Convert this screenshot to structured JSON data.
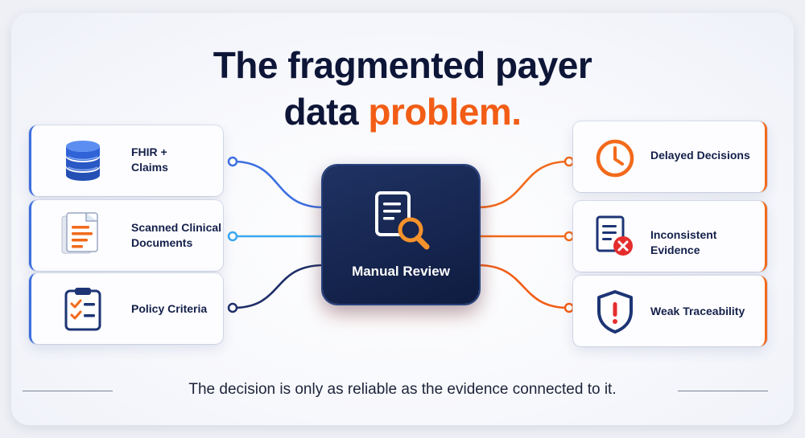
{
  "title": {
    "line1": "The fragmented payer",
    "line2_plain": "data",
    "line2_accent": "problem."
  },
  "inputs": [
    {
      "label": "FHIR +\nClaims",
      "icon": "database-icon"
    },
    {
      "label": "Scanned Clinical\nDocuments",
      "icon": "scanned-documents-icon"
    },
    {
      "label": "Policy Criteria",
      "icon": "checklist-clipboard-icon"
    }
  ],
  "hub": {
    "label": "Manual Review",
    "icon": "document-search-icon"
  },
  "outputs": [
    {
      "label": "Delayed Decisions",
      "icon": "clock-icon"
    },
    {
      "label": "Inconsistent Evidence",
      "icon": "document-error-icon"
    },
    {
      "label": "Weak Traceability",
      "icon": "shield-warning-icon"
    }
  ],
  "caption": "The decision is only as reliable as the evidence connected to it.",
  "colors": {
    "navy": "#0e1638",
    "accent_orange": "#f25d16",
    "wire_blue": "#3d6fe0",
    "wire_light_blue": "#39a8f0",
    "wire_navy": "#1f2f68",
    "hub_bg": "#172752"
  }
}
